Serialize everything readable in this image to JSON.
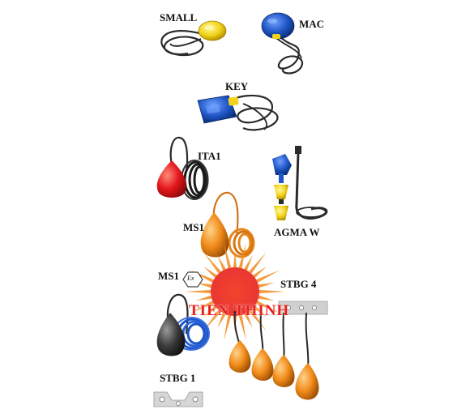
{
  "labels": {
    "small": "SMALL",
    "mac": "MAC",
    "key": "KEY",
    "ita1": "ITA1",
    "agma_w": "AGMA W",
    "ms1_top": "MS1",
    "ms1_ex": "MS1",
    "ex_mark": "Ex",
    "stbg4": "STBG 4",
    "stbg1": "STBG 1"
  },
  "watermark": {
    "text": "TIEN THINH",
    "text_color": "#e8201c",
    "sun_color": "#f28a1e"
  },
  "colors": {
    "yellow": "#f3d41a",
    "blue": "#1f56c6",
    "red": "#e3161b",
    "orange": "#f08a18",
    "cable": "#2a2a2a",
    "steel": "#c8c8c8"
  }
}
